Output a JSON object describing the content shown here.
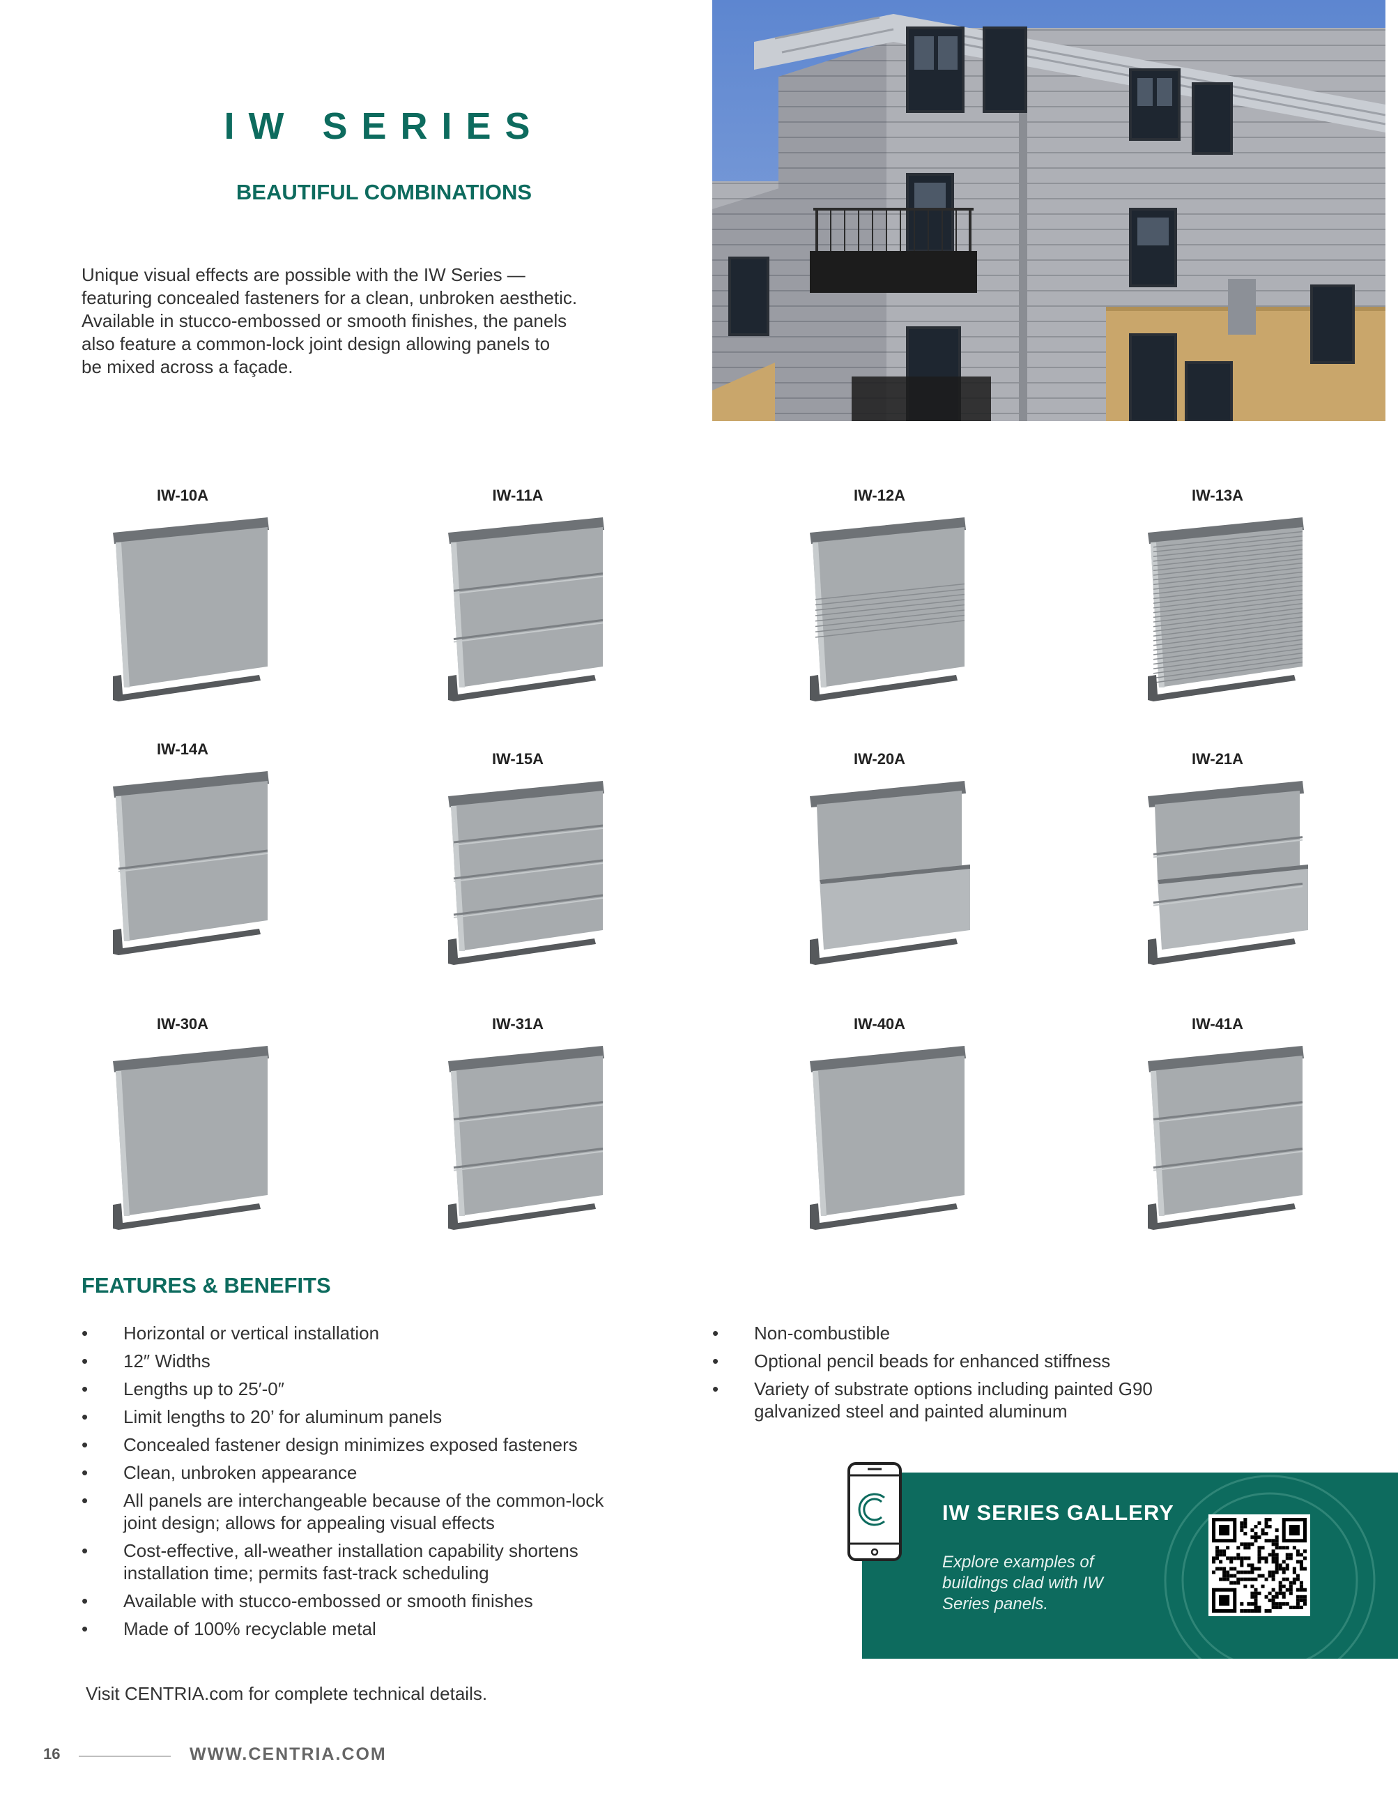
{
  "header": {
    "title": "IW SERIES",
    "subtitle": "BEAUTIFUL COMBINATIONS",
    "intro_lines": [
      "Unique visual effects are possible with the IW Series —",
      "featuring concealed fasteners for a clean, unbroken aesthetic.",
      "Available in stucco-embossed or smooth finishes, the panels",
      "also feature a common-lock joint design allowing panels to",
      "be mixed across a façade."
    ]
  },
  "panels": [
    {
      "label": "IW-10A",
      "ribs": 0,
      "stepped": false
    },
    {
      "label": "IW-11A",
      "ribs": 2,
      "stepped": false
    },
    {
      "label": "IW-12A",
      "ribs": 8,
      "stepped": false
    },
    {
      "label": "IW-13A",
      "ribs": 30,
      "stepped": false
    },
    {
      "label": "IW-14A",
      "ribs": 1,
      "stepped": false
    },
    {
      "label": "IW-15A",
      "ribs": 3,
      "stepped": false
    },
    {
      "label": "IW-20A",
      "ribs": 0,
      "stepped": true
    },
    {
      "label": "IW-21A",
      "ribs": 2,
      "stepped": true
    },
    {
      "label": "IW-30A",
      "ribs": 0,
      "stepped": false
    },
    {
      "label": "IW-31A",
      "ribs": 2,
      "stepped": false
    },
    {
      "label": "IW-40A",
      "ribs": 0,
      "stepped": false
    },
    {
      "label": "IW-41A",
      "ribs": 2,
      "stepped": false
    }
  ],
  "features": {
    "title": "FEATURES & BENEFITS",
    "left": [
      [
        "Horizontal or vertical installation"
      ],
      [
        "12″ Widths"
      ],
      [
        "Lengths up to 25′-0″"
      ],
      [
        "Limit lengths to 20’ for aluminum panels"
      ],
      [
        "Concealed fastener design minimizes exposed fasteners"
      ],
      [
        "Clean, unbroken appearance"
      ],
      [
        "All panels are interchangeable because of the common-lock",
        "joint design; allows for appealing visual effects"
      ],
      [
        "Cost-effective, all-weather installation capability shortens",
        "installation time; permits fast-track scheduling"
      ],
      [
        "Available with stucco-embossed or smooth finishes"
      ],
      [
        "Made of 100% recyclable metal"
      ]
    ],
    "right": [
      [
        "Non-combustible"
      ],
      [
        "Optional pencil beads for enhanced stiffness"
      ],
      [
        "Variety of substrate options including painted G90",
        "galvanized steel and painted aluminum"
      ]
    ]
  },
  "visit_text": "Visit CENTRIA.com for complete technical details.",
  "gallery": {
    "title": "IW SERIES GALLERY",
    "text_lines": [
      "Explore examples of",
      "buildings clad with IW",
      "Series panels."
    ]
  },
  "footer": {
    "page_number": "16",
    "url": "WWW.CENTRIA.COM"
  },
  "colors": {
    "brand_green": "#0d6b5e",
    "panel_gray": "#a7abae",
    "sky_blue": "#6b8fcf",
    "wall_gray": "#a9abb0",
    "wood_tan": "#c9a66b"
  }
}
